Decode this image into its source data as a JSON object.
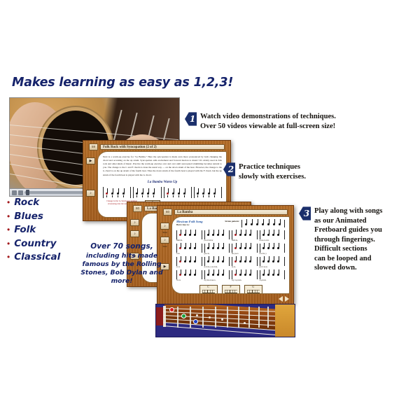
{
  "headline": "Makes learning as easy as 1,2,3!",
  "video": {
    "name": "guitar-strumming-video",
    "controls": {
      "play_icon": "play-icon",
      "stop_icon": "stop-icon",
      "scrubber": "video-scrubber"
    }
  },
  "genres": {
    "bullet": "•",
    "items": [
      "Rock",
      "Blues",
      "Folk",
      "Country",
      "Classical"
    ],
    "text_color": "#16236b",
    "bullet_color": "#a3191c"
  },
  "songs_blurb": {
    "lead": "Over 70 songs,",
    "rest": "including hits\nmade famous by\nthe Rolling Stones,\nBob Dylan and more!"
  },
  "steps": [
    {
      "number": "1",
      "text": "Watch video demonstrations of techniques.\nOver 50 videos viewable at full-screen size!"
    },
    {
      "number": "2",
      "text": "Practice techniques\nslowly with exercises."
    },
    {
      "number": "3",
      "text": "Play along with songs\nas our Animated\nFretboard guides you\nthrough fingerings.\nDifficult sections\ncan be looped and\nslowed down."
    }
  ],
  "windows": {
    "lesson": {
      "page_number": "59",
      "title": "Folk Rock with Syncopation (2 of 2)",
      "body": "Next is a warm-up exercise for \"La Bamba.\" Here the syncopation is made even more pronounced by both changing the chord and accenting on the up strum. Syncopation adds excitement and forward motion to music! It's widely used in folk rock and other kinds of music. Practice the warm-up exercise over and over until syncopated strumming becomes natural to you. The change to the C and F chords is done the usual way — on the down strum of the beat. However, the change to the G chord is on the up strum of the fourth beat. Thus the down strum of the fourth beat is played with the F chord, but the up strum of the fourth beat is played with the G chord.",
      "exercise_title": "La Bamba Warm Up",
      "caption": "Change to the G chord\nand continue strumming\ninto the next measure.",
      "sidebar_icons": [
        "video-icon",
        "audio-icon"
      ],
      "chord": "C"
    },
    "song_back": {
      "page_number": "60",
      "title": "La Bamba"
    },
    "song_front": {
      "page_number": "60",
      "title": "La Bamba",
      "song_label": "Mexican Folk Song",
      "strum_label": "Strum pattern:",
      "intro_label": "Here's how to:",
      "lyrics": [
        [
          "Bam-ba,",
          "bam-",
          "ba,",
          "pa-ra bai-lar",
          "la",
          "Bam-ba,",
          "Bam-ba, pa-ra bai-lar la Bam-ba,",
          "se ne-ce-si-ta"
        ],
        [
          "u-na",
          "po-ca",
          "de",
          "gra-cia,",
          "u-na po-ca de gra-cia, pa-ra",
          "mi, pa-ra",
          "ti,",
          "ay",
          "ar-ri-ba, y"
        ],
        [
          "ar-ri-",
          "ba,",
          "ay",
          "ar-ri-ba, y ar-ri-ba,",
          "por",
          "ti",
          "se-re,",
          "por",
          "ti se-re,",
          "por ti se-re."
        ],
        [
          "Yo no",
          "soy ma-ri-ne-ro,",
          "yo no soy ma-ri-ne-ro,",
          "soy ca-pi-tan,",
          "soy ca-pi-tan,",
          "soy",
          "ca-pi-tan."
        ]
      ],
      "chord_diagrams": [
        "C",
        "F",
        "G"
      ],
      "nav_prev_icon": "nav-prev-icon",
      "nav_next_icon": "nav-next-icon",
      "sidebar_icons": [
        "audio-icon",
        "audio-icon",
        "video-icon"
      ],
      "sidebar_labels": [
        "Slow",
        "Fast"
      ]
    }
  },
  "fretboard": {
    "name": "animated-fretboard",
    "finger_dots": [
      {
        "color": "#d81f21",
        "label": "1"
      },
      {
        "color": "#19a23d",
        "label": "2"
      },
      {
        "color": "#1b3fc4",
        "label": "3"
      }
    ]
  }
}
